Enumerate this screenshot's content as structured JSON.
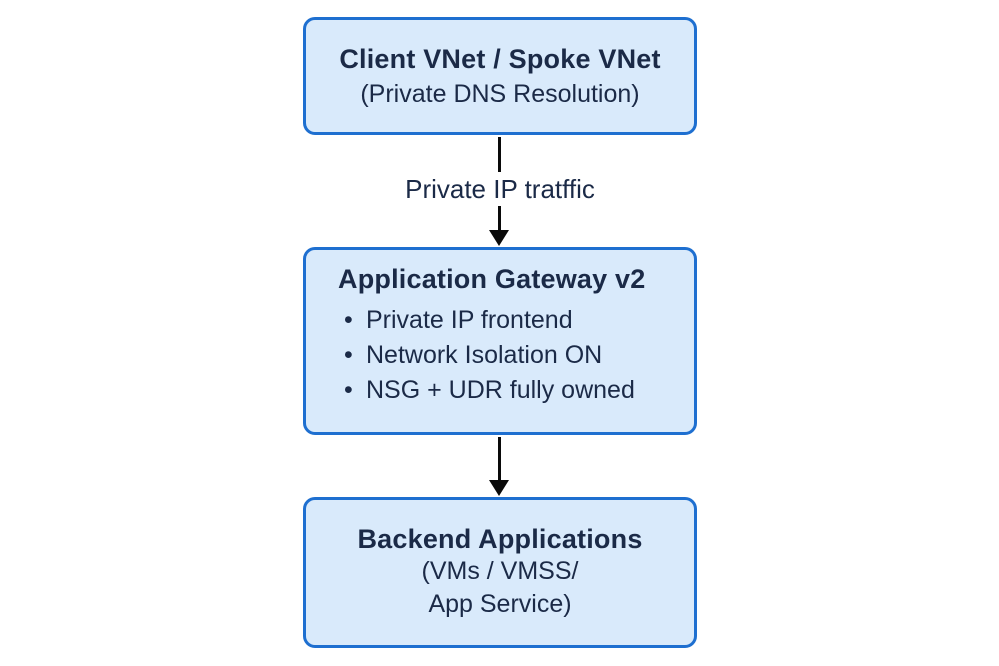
{
  "diagram": {
    "title_hint": "Application Gateway private traffic flow",
    "colors": {
      "box_fill": "#d9eafb",
      "box_border": "#1e6fd0",
      "text": "#1b2a47",
      "arrow": "#0a0a0a",
      "background": "#ffffff"
    },
    "boxes": {
      "client": {
        "title": "Client VNet / Spoke VNet",
        "subtitle": "(Private DNS Resolution)"
      },
      "appgw": {
        "title": "Application Gateway v2",
        "bullets": [
          "Private IP frontend",
          "Network Isolation ON",
          "NSG + UDR fully owned"
        ]
      },
      "backend": {
        "title": "Backend Applications",
        "subtitle_line1": "(VMs / VMSS/",
        "subtitle_line2": "App Service)"
      }
    },
    "edges": {
      "client_to_appgw_label": "Private IP tratffic"
    }
  }
}
